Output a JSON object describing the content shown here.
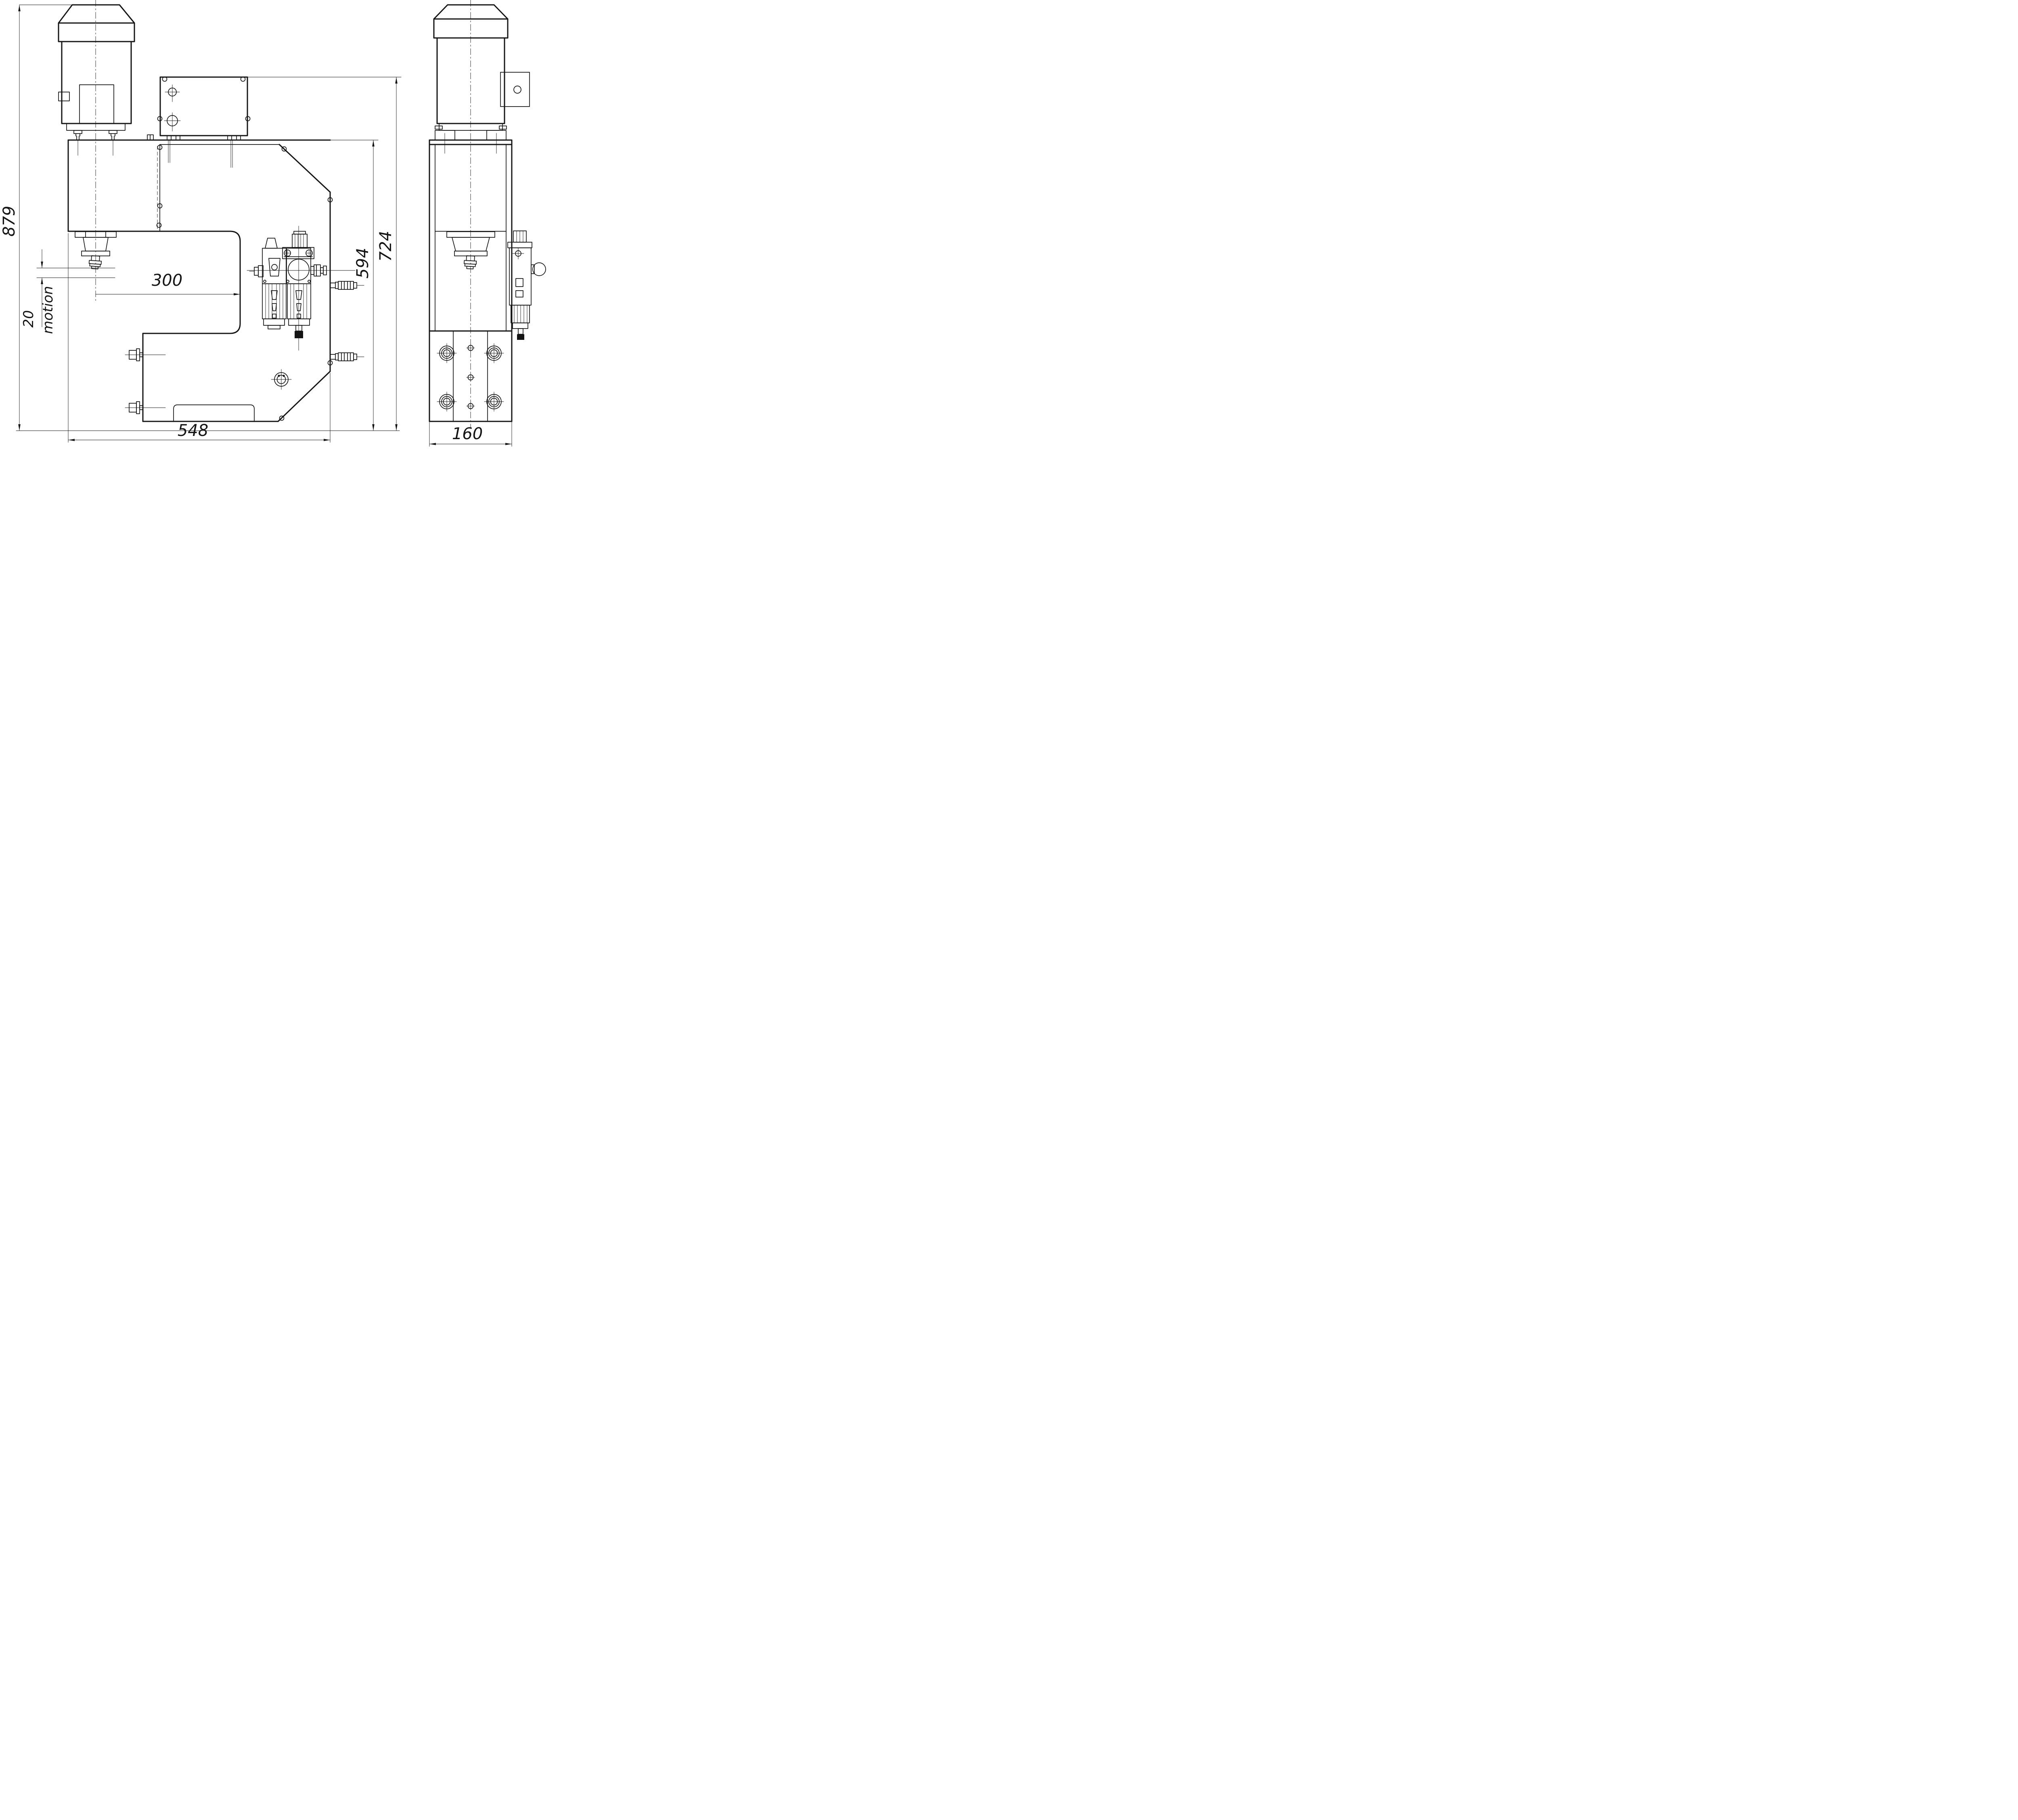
{
  "dimensions": {
    "overall_height": "879",
    "throat_depth": "300",
    "stroke": "20",
    "stroke_label": "motion",
    "overall_width": "548",
    "frame_height": "594",
    "box_height": "724",
    "side_width": "160"
  }
}
